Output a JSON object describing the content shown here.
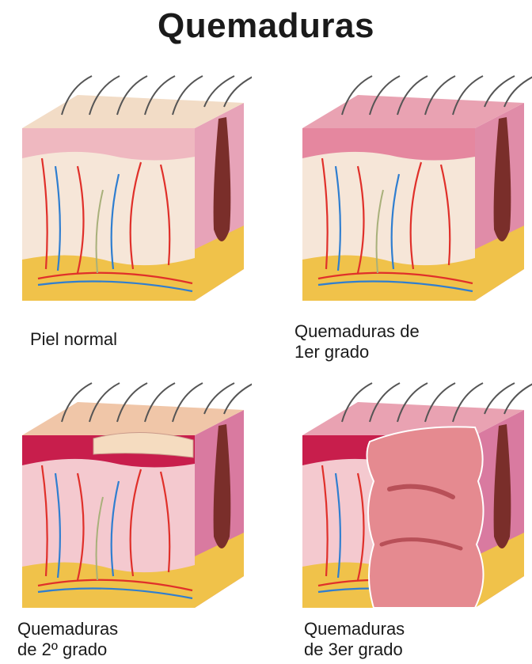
{
  "title": "Quemaduras",
  "panels": [
    {
      "caption": "Piel normal",
      "epidermis": "#f2dcc6",
      "front_top": "#efb8c0",
      "side": "#e7a3b8",
      "dermis": "#f6e6d8"
    },
    {
      "caption": "Quemaduras de\n1er grado",
      "epidermis": "#e9a2b2",
      "front_top": "#e5879f",
      "side": "#e08ca8",
      "dermis": "#f6e6d8"
    },
    {
      "caption": "Quemaduras\nde 2º grado",
      "epidermis": "#f0c6a8",
      "front_top": "#c81e4c",
      "side": "#d97aa0",
      "dermis": "#f4c9cf"
    },
    {
      "caption": "Quemaduras\nde 3er grado",
      "epidermis": "#e9a2b2",
      "front_top": "#c81e4c",
      "side": "#d97aa0",
      "dermis": "#f4c9cf"
    }
  ],
  "colors": {
    "fat": "#f0c24a",
    "artery": "#e0302a",
    "vein": "#2f7ed0",
    "nerve": "#a8b07a",
    "hair": "#555555",
    "follicle": "#7a2e2a",
    "wound": "#e58a90"
  }
}
